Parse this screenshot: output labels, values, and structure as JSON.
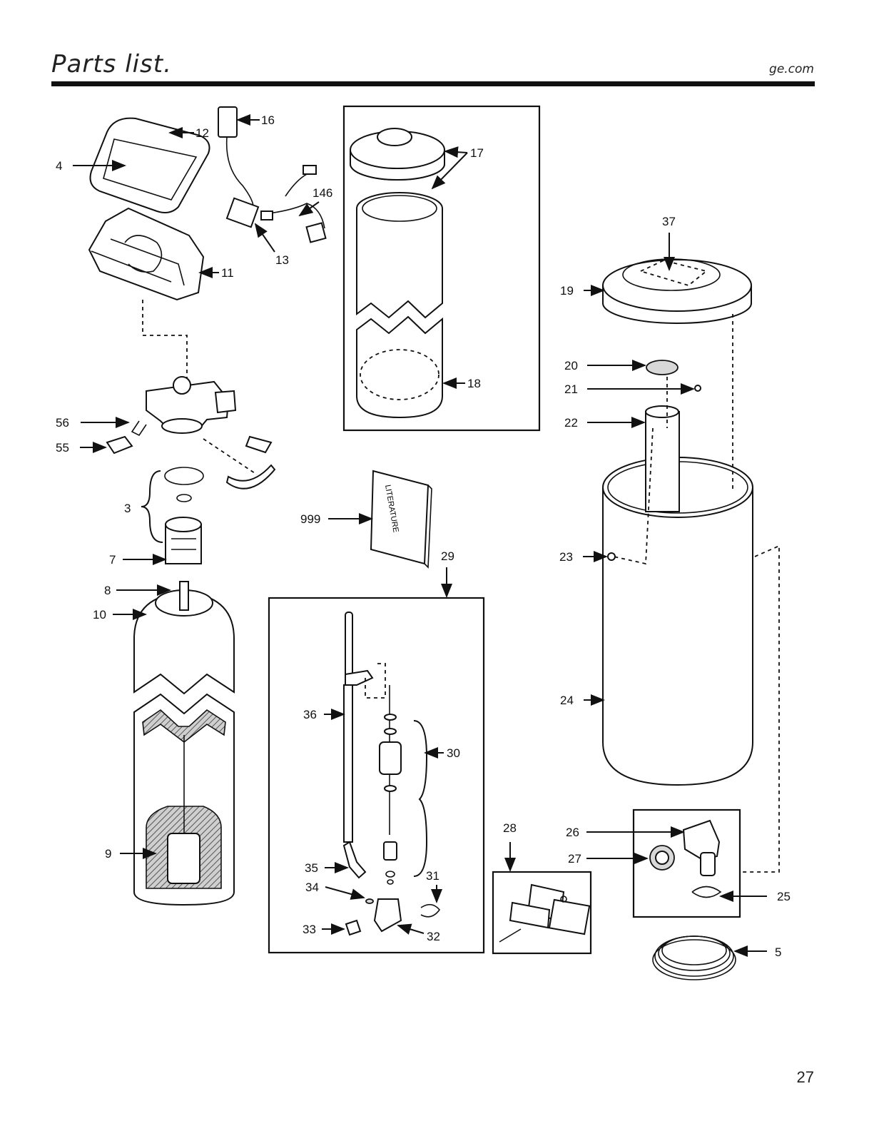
{
  "header": {
    "title": "Parts list.",
    "site": "ge.com"
  },
  "page_number": "27",
  "literature_text": "LITERATURE",
  "callouts": [
    {
      "id": "c4",
      "text": "4"
    },
    {
      "id": "c12",
      "text": "12"
    },
    {
      "id": "c16",
      "text": "16"
    },
    {
      "id": "c146",
      "text": "146"
    },
    {
      "id": "c13",
      "text": "13"
    },
    {
      "id": "c11",
      "text": "11"
    },
    {
      "id": "c17",
      "text": "17"
    },
    {
      "id": "c18",
      "text": "18"
    },
    {
      "id": "c37",
      "text": "37"
    },
    {
      "id": "c19",
      "text": "19"
    },
    {
      "id": "c20",
      "text": "20"
    },
    {
      "id": "c21",
      "text": "21"
    },
    {
      "id": "c22",
      "text": "22"
    },
    {
      "id": "c56",
      "text": "56"
    },
    {
      "id": "c55",
      "text": "55"
    },
    {
      "id": "c3",
      "text": "3"
    },
    {
      "id": "c7",
      "text": "7"
    },
    {
      "id": "c8",
      "text": "8"
    },
    {
      "id": "c10",
      "text": "10"
    },
    {
      "id": "c999",
      "text": "999"
    },
    {
      "id": "c29",
      "text": "29"
    },
    {
      "id": "c23",
      "text": "23"
    },
    {
      "id": "c24",
      "text": "24"
    },
    {
      "id": "c36",
      "text": "36"
    },
    {
      "id": "c30",
      "text": "30"
    },
    {
      "id": "c9",
      "text": "9"
    },
    {
      "id": "c35",
      "text": "35"
    },
    {
      "id": "c34",
      "text": "34"
    },
    {
      "id": "c31",
      "text": "31"
    },
    {
      "id": "c33",
      "text": "33"
    },
    {
      "id": "c32",
      "text": "32"
    },
    {
      "id": "c28",
      "text": "28"
    },
    {
      "id": "c26",
      "text": "26"
    },
    {
      "id": "c27",
      "text": "27"
    },
    {
      "id": "c25",
      "text": "25"
    },
    {
      "id": "c5",
      "text": "5"
    }
  ]
}
